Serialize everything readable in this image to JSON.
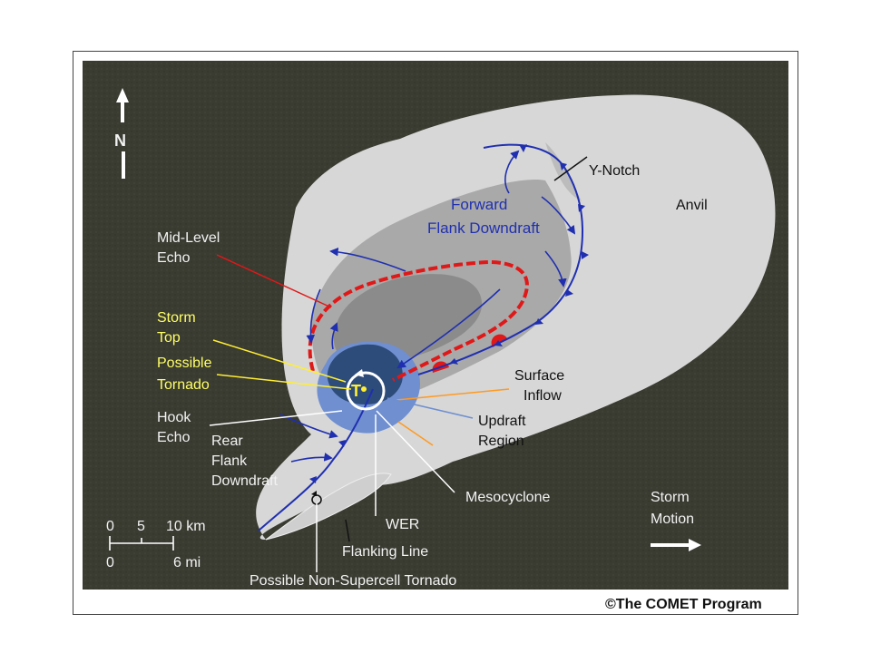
{
  "compass": {
    "letter": "N"
  },
  "labels": {
    "y_notch": "Y-Notch",
    "anvil": "Anvil",
    "ffd_line1": "Forward",
    "ffd_line2": "Flank Downdraft",
    "mid_level_line1": "Mid-Level",
    "mid_level_line2": "Echo",
    "storm_top_line1": "Storm",
    "storm_top_line2": "Top",
    "possible_tornado_line1": "Possible",
    "possible_tornado_line2": "Tornado",
    "hook_echo_line1": "Hook",
    "hook_echo_line2": "Echo",
    "rfd_line1": "Rear",
    "rfd_line2": "Flank",
    "rfd_line3": "Downdraft",
    "surface_inflow_line1": "Surface",
    "surface_inflow_line2": "Inflow",
    "updraft_line1": "Updraft",
    "updraft_line2": "Region",
    "mesocyclone": "Mesocyclone",
    "wer": "WER",
    "flanking_line": "Flanking Line",
    "non_supercell": "Possible Non-Supercell Tornado",
    "storm_motion_line1": "Storm",
    "storm_motion_line2": "Motion",
    "tornado_marker": "T"
  },
  "scale": {
    "km_ticks": [
      "0",
      "5",
      "10 km"
    ],
    "mi_ticks": [
      "0",
      "6 mi"
    ]
  },
  "credit": "©The COMET Program",
  "colors": {
    "ground": "#3a3b31",
    "anvil": "#d7d7d7",
    "mid_gray": "#a9a9a9",
    "dark_gray": "#8b8b8b",
    "core_blue": "#2d4c7a",
    "updraft_blue": "#6f8fd0",
    "front_blue": "#1f2fb0",
    "red_outline": "#e01818",
    "yellow": "#ffee33",
    "orange": "#ff9a22"
  }
}
